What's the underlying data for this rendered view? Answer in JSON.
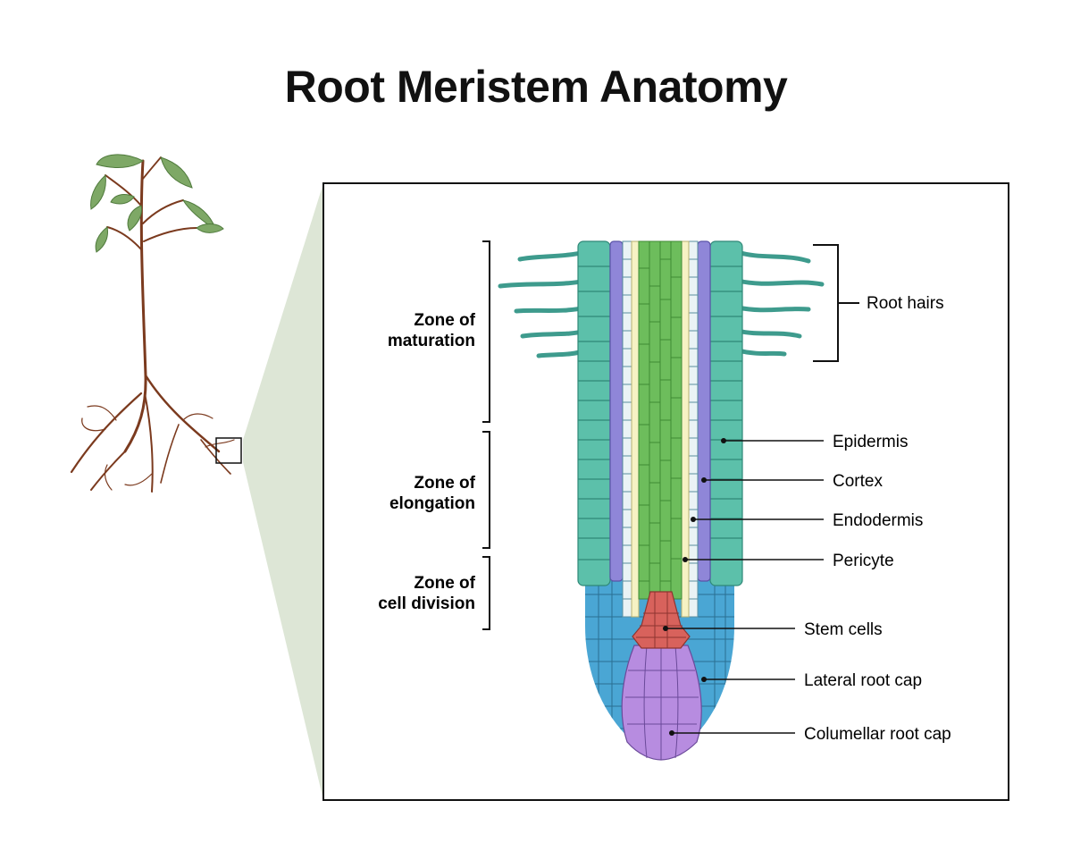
{
  "title": "Root Meristem Anatomy",
  "zones": {
    "maturation": [
      "Zone of",
      "maturation"
    ],
    "elongation": [
      "Zone of",
      "elongation"
    ],
    "division": [
      "Zone of",
      "cell division"
    ]
  },
  "labels": {
    "root_hairs": "Root hairs",
    "epidermis": "Epidermis",
    "cortex": "Cortex",
    "endodermis": "Endodermis",
    "pericyte": "Pericyte",
    "stem_cells": "Stem cells",
    "lateral_root_cap": "Lateral root cap",
    "columellar_root_cap": "Columellar root cap"
  },
  "colors": {
    "epidermis": "#5cc0aa",
    "cortex": "#8f86d8",
    "endodermis": "#eaf3f5",
    "pericyte": "#f6f2c4",
    "vascular": "#6dbd5c",
    "stem_cells": "#d8625c",
    "lateral_root_cap": "#4aa6d4",
    "columellar_root_cap": "#b78ce0",
    "zoom_wedge": "#dde6d6",
    "stem": "#7b3a1e",
    "leaf": "#6f9c58"
  }
}
